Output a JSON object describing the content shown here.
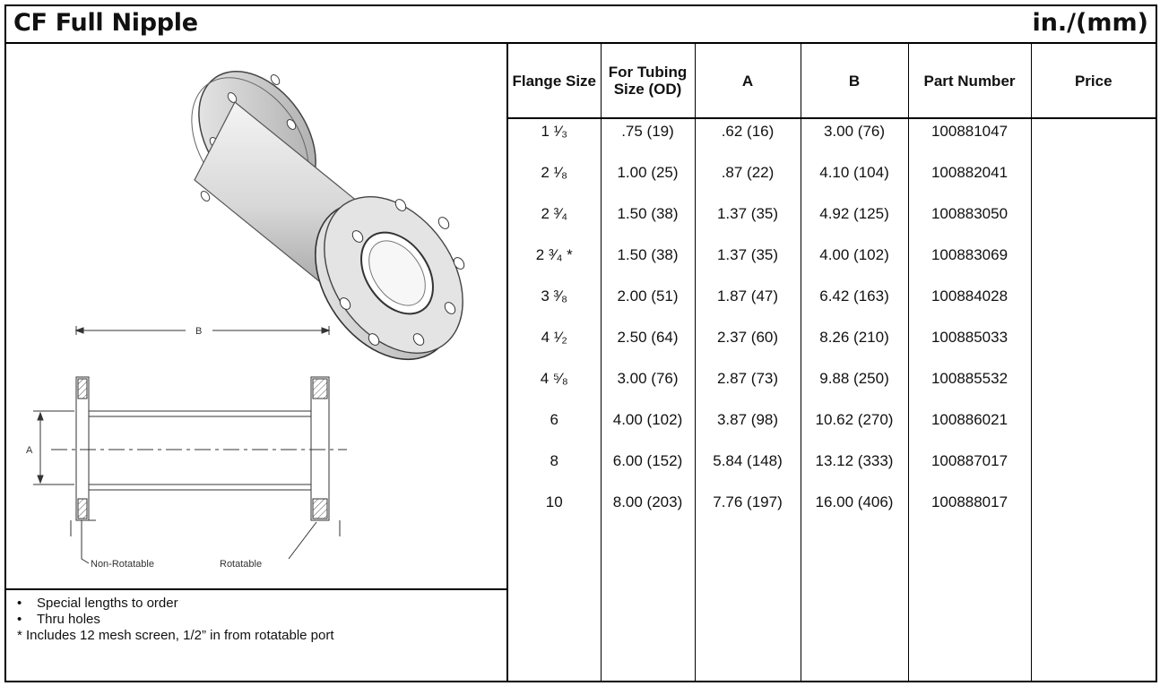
{
  "header": {
    "title": "CF Full Nipple",
    "units": "in./(mm)"
  },
  "drawing": {
    "label_b": "B",
    "label_a": "A",
    "label_non_rotatable": "Non-Rotatable",
    "label_rotatable": "Rotatable"
  },
  "notes": {
    "bullet_1": "Special lengths to order",
    "bullet_2": "Thru holes",
    "footnote": "* Includes 12 mesh screen, 1/2” in from rotatable port"
  },
  "table": {
    "headers": {
      "flange_size": "Flange Size",
      "tubing_size": "For Tubing Size (OD)",
      "a": "A",
      "b": "B",
      "part_number": "Part Number",
      "price": "Price"
    },
    "rows": [
      {
        "flange": "1 ¹⁄₃",
        "tubing": ".75 (19)",
        "a": ".62 (16)",
        "b": "3.00 (76)",
        "part": "100881047",
        "price": ""
      },
      {
        "flange": "2 ¹⁄₈",
        "tubing": "1.00 (25)",
        "a": ".87 (22)",
        "b": "4.10 (104)",
        "part": "100882041",
        "price": ""
      },
      {
        "flange": "2 ³⁄₄",
        "tubing": "1.50 (38)",
        "a": "1.37 (35)",
        "b": "4.92 (125)",
        "part": "100883050",
        "price": ""
      },
      {
        "flange": "2 ³⁄₄ *",
        "tubing": "1.50 (38)",
        "a": "1.37 (35)",
        "b": "4.00 (102)",
        "part": "100883069",
        "price": ""
      },
      {
        "flange": "3 ³⁄₈",
        "tubing": "2.00 (51)",
        "a": "1.87 (47)",
        "b": "6.42 (163)",
        "part": "100884028",
        "price": ""
      },
      {
        "flange": "4 ¹⁄₂",
        "tubing": "2.50 (64)",
        "a": "2.37 (60)",
        "b": "8.26 (210)",
        "part": "100885033",
        "price": ""
      },
      {
        "flange": "4 ⁵⁄₈",
        "tubing": "3.00 (76)",
        "a": "2.87 (73)",
        "b": "9.88 (250)",
        "part": "100885532",
        "price": ""
      },
      {
        "flange": "6",
        "tubing": "4.00 (102)",
        "a": "3.87 (98)",
        "b": "10.62 (270)",
        "part": "100886021",
        "price": ""
      },
      {
        "flange": "8",
        "tubing": "6.00 (152)",
        "a": "5.84 (148)",
        "b": "13.12 (333)",
        "part": "100887017",
        "price": ""
      },
      {
        "flange": "10",
        "tubing": "8.00 (203)",
        "a": "7.76 (197)",
        "b": "16.00 (406)",
        "part": "100888017",
        "price": ""
      }
    ]
  }
}
